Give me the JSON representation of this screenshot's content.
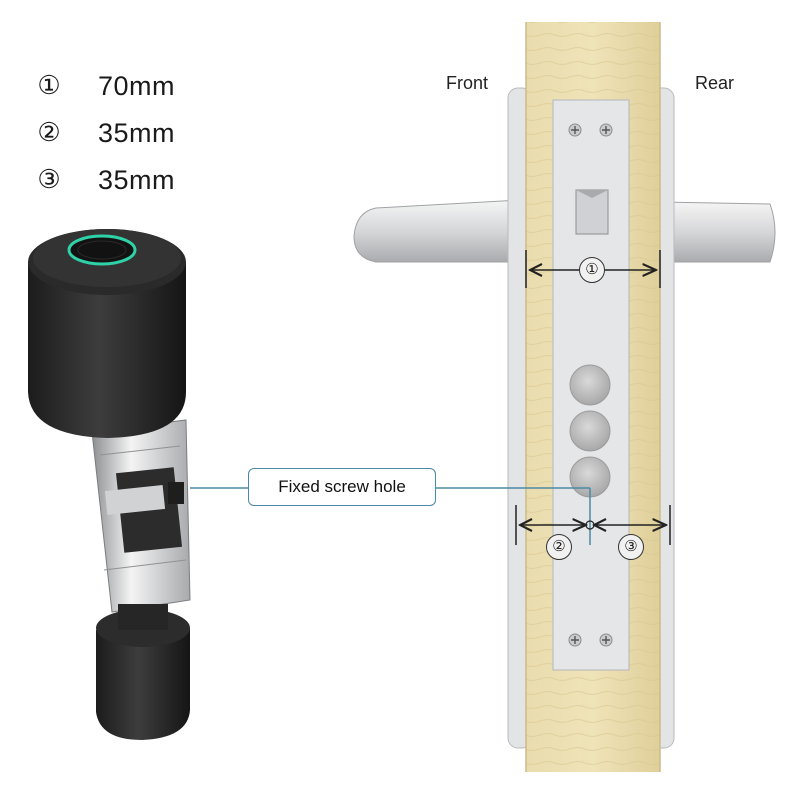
{
  "legend": {
    "items": [
      {
        "marker": "①",
        "value": "70mm"
      },
      {
        "marker": "②",
        "value": "35mm"
      },
      {
        "marker": "③",
        "value": "35mm"
      }
    ]
  },
  "door": {
    "front_label": "Front",
    "rear_label": "Rear"
  },
  "callout": {
    "label": "Fixed screw hole"
  },
  "dimensions": {
    "total_marker": "①",
    "front_marker": "②",
    "rear_marker": "③"
  },
  "colors": {
    "lock_body": "#2b2b2b",
    "fingerprint_ring": "#2fd1a8",
    "door_wood": "#e6d6a6",
    "callout_line": "#4a8aa4",
    "lock_plate": "#e4e6e8"
  },
  "icons": {
    "fingerprint_sensor": "fingerprint-icon"
  }
}
